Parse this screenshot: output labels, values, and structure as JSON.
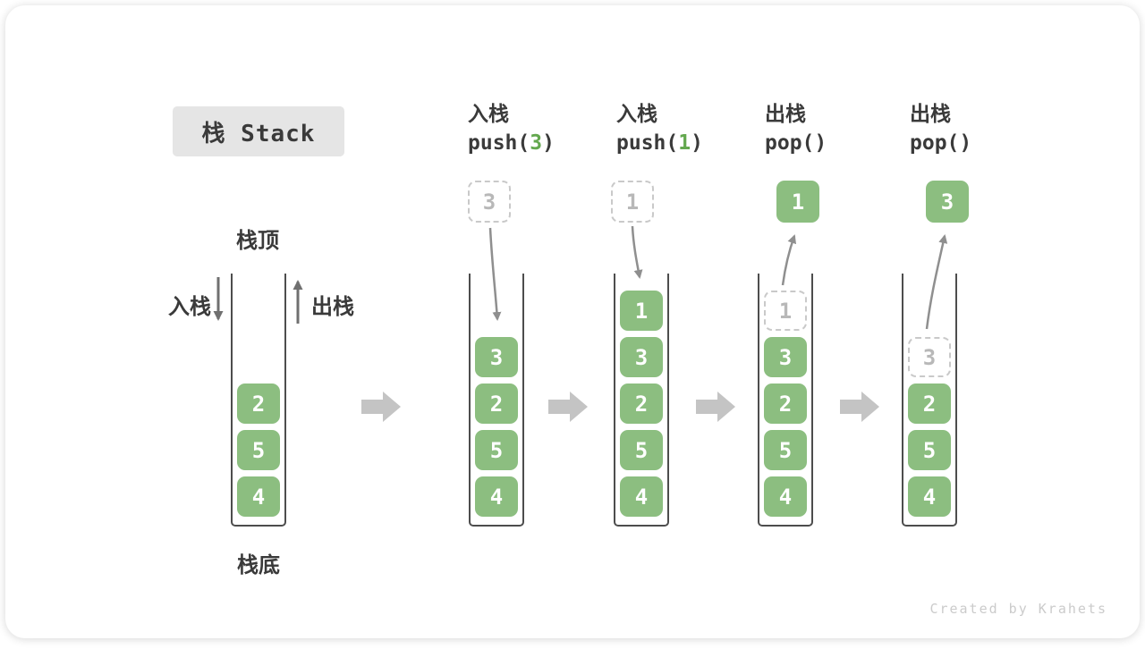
{
  "title": "栈 Stack",
  "side_labels": {
    "stack_top": "栈顶",
    "stack_bottom": "栈底",
    "push_label": "入栈",
    "pop_label": "出栈"
  },
  "credit": "Created by Krahets",
  "colors": {
    "box_green": "#8cbe80",
    "code_arg_green": "#64a84f",
    "curved_arrow_gray": "#8f8f8f",
    "label_arrow_gray": "#707070",
    "block_arrow_gray": "#c4c4c4",
    "text_dark": "#3a3a3a",
    "dashed_border": "#c9c9c9",
    "dashed_text": "#b8b8b8",
    "title_bg": "#e5e5e5",
    "container_stroke": "#4d4d4d"
  },
  "columns": [
    {
      "slots": [
        {
          "value": "2",
          "style": "solid"
        },
        {
          "value": "5",
          "style": "solid"
        },
        {
          "value": "4",
          "style": "solid"
        }
      ]
    },
    {
      "header": {
        "label": "入栈",
        "code_pre": "push(",
        "code_arg": "3",
        "code_post": ")"
      },
      "float": {
        "value": "3",
        "style": "dashed"
      },
      "slots": [
        {
          "value": "3",
          "style": "solid"
        },
        {
          "value": "2",
          "style": "solid"
        },
        {
          "value": "5",
          "style": "solid"
        },
        {
          "value": "4",
          "style": "solid"
        }
      ]
    },
    {
      "header": {
        "label": "入栈",
        "code_pre": "push(",
        "code_arg": "1",
        "code_post": ")"
      },
      "float": {
        "value": "1",
        "style": "dashed"
      },
      "slots": [
        {
          "value": "1",
          "style": "solid"
        },
        {
          "value": "3",
          "style": "solid"
        },
        {
          "value": "2",
          "style": "solid"
        },
        {
          "value": "5",
          "style": "solid"
        },
        {
          "value": "4",
          "style": "solid"
        }
      ]
    },
    {
      "header": {
        "label": "出栈",
        "code_pre": "pop(",
        "code_arg": "",
        "code_post": ")"
      },
      "float": {
        "value": "1",
        "style": "solid"
      },
      "slots": [
        {
          "value": "1",
          "style": "dashed"
        },
        {
          "value": "3",
          "style": "solid"
        },
        {
          "value": "2",
          "style": "solid"
        },
        {
          "value": "5",
          "style": "solid"
        },
        {
          "value": "4",
          "style": "solid"
        }
      ]
    },
    {
      "header": {
        "label": "出栈",
        "code_pre": "pop(",
        "code_arg": "",
        "code_post": ")"
      },
      "float": {
        "value": "3",
        "style": "solid"
      },
      "slots": [
        {
          "value": "3",
          "style": "dashed"
        },
        {
          "value": "2",
          "style": "solid"
        },
        {
          "value": "5",
          "style": "solid"
        },
        {
          "value": "4",
          "style": "solid"
        }
      ]
    }
  ]
}
